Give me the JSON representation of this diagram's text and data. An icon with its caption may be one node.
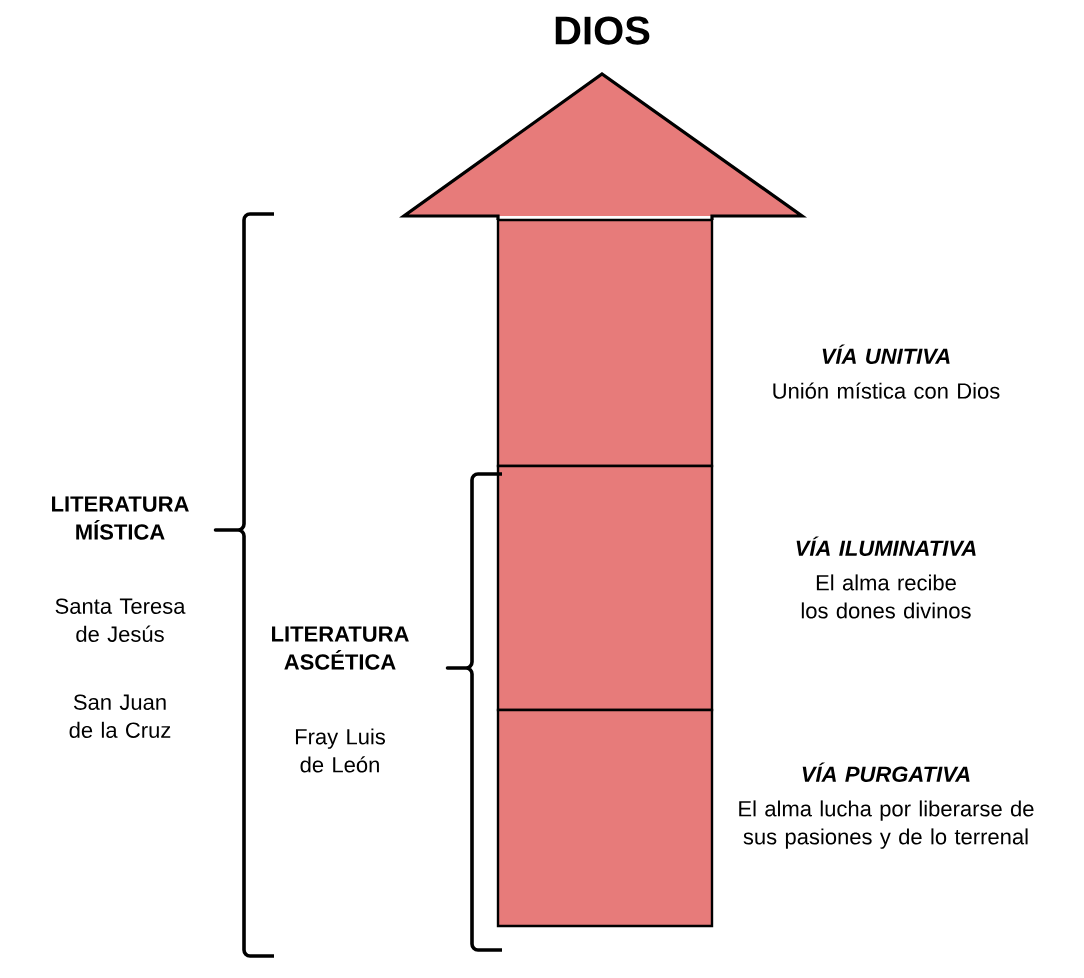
{
  "diagram": {
    "nodes": [
      {
        "text": [],
        "shape": "arrow",
        "beside": [
          "VÍA UNITIVA",
          "Unión mística con Dios"
        ]
      },
      {
        "text": [],
        "shape": "box",
        "beside": [
          "VÍA ILUMINATIVA",
          "El alma recibe los dones divinos"
        ]
      },
      {
        "text": [],
        "shape": "box",
        "beside": [
          "VÍA PURGATIVA",
          "El alma lucha por liberarse de sus pasiones y de lo terrenal"
        ]
      }
    ],
    "labels": [
      "DIOS",
      "LITERATURA MÍSTICA",
      "Santa Teresa de Jesús",
      "San Juan de la Cruz",
      "LITERATURA ASCÉTICA",
      "Fray Luis de León"
    ]
  }
}
